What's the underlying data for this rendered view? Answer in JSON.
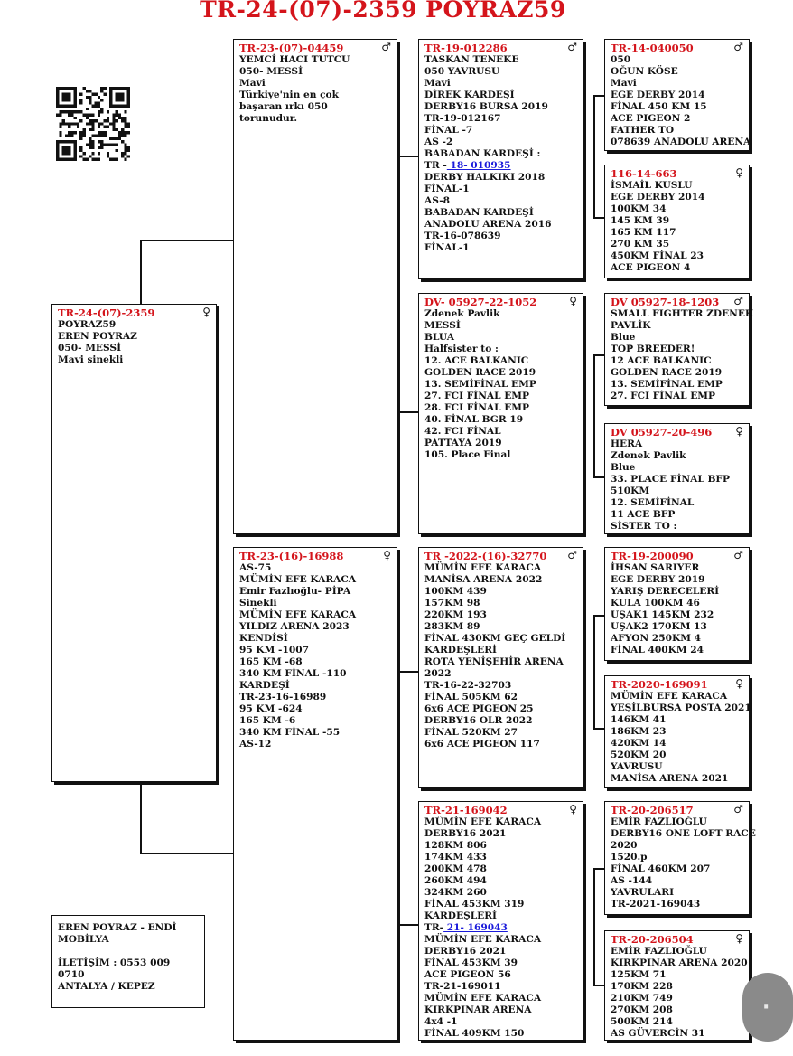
{
  "title": "TR-24-(07)-2359 POYRAZ59",
  "accent_color": "#d4141b",
  "link_color": "#1a1adb",
  "owner": {
    "lines": [
      "EREN POYRAZ - ENDİ",
      "MOBİLYA",
      "",
      "İLETİŞİM : 0553 009",
      "0710",
      "ANTALYA / KEPEZ"
    ]
  },
  "qr_icon": "qr-code-icon",
  "birds": {
    "subject": {
      "id": "TR-24-(07)-2359",
      "sex": "♀",
      "lines": [
        "POYRAZ59",
        "EREN POYRAZ",
        "050- MESSİ",
        "Mavi sinekli"
      ]
    },
    "sire": {
      "id": "TR-23-(07)-04459",
      "sex": "♂",
      "lines": [
        "YEMCİ HACI TUTCU",
        "050- MESSİ",
        "Mavi",
        "Türkiye'nin en çok",
        "başaran ırkı 050",
        "torunudur."
      ]
    },
    "dam": {
      "id": "TR-23-(16)-16988",
      "sex": "♀",
      "lines": [
        "AS-75",
        "MÜMİN EFE KARACA",
        "Emir Fazlıoğlu- PİPA",
        "Sinekli",
        "MÜMİN EFE KARACA",
        "YILDIZ ARENA 2023",
        "KENDİSİ",
        "95 KM -1007",
        "165 KM -68",
        "340 KM FİNAL -110",
        "KARDEŞİ",
        "TR-23-16-16989",
        "95 KM -624",
        "165 KM -6",
        "340 KM FİNAL -55",
        "AS-12"
      ]
    },
    "ss": {
      "id": "TR-19-012286",
      "sex": "♂",
      "lines": [
        "TASKAN TENEKE",
        "050 YAVRUSU",
        "Mavi",
        "DİREK KARDEŞİ",
        "DERBY16 BURSA 2019",
        "TR-19-012167",
        "FİNAL -7",
        "AS -2",
        "BABADAN KARDEŞİ :",
        "TR - 18- 010935",
        "DERBY HALKIKI 2018",
        "FİNAL-1",
        "AS-8",
        "BABADAN KARDEŞİ",
        "ANADOLU ARENA 2016",
        "TR-16-078639",
        "FİNAL-1"
      ]
    },
    "sd": {
      "id": "DV- 05927-22-1052",
      "sex": "♀",
      "lines": [
        "Zdenek Pavlik",
        "MESSİ",
        "BLUA",
        "Halfsister to :",
        "12. ACE BALKANIC",
        "GOLDEN RACE 2019",
        "13. SEMİFİNAL EMP",
        "27. FCI FİNAL EMP",
        "28. FCI FİNAL EMP",
        "40. FİNAL BGR 19",
        "42. FCI FİNAL",
        "PATTAYA 2019",
        "105. Place Final"
      ]
    },
    "ds": {
      "id": "TR -2022-(16)-32770",
      "sex": "♂",
      "lines": [
        "MÜMİN EFE KARACA",
        "MANİSA ARENA 2022",
        "100KM 439",
        "157KM 98",
        "220KM 193",
        "283KM 89",
        "FİNAL 430KM GEÇ GELDİ",
        "KARDEŞLERİ",
        "ROTA YENİŞEHİR ARENA",
        "2022",
        "TR-16-22-32703",
        "FİNAL 505KM 62",
        "6x6 ACE PIGEON 25",
        "DERBY16 OLR 2022",
        "FİNAL 520KM 27",
        "6x6 ACE PIGEON 117"
      ]
    },
    "dd": {
      "id": "TR-21-169042",
      "sex": "♀",
      "lines": [
        "MÜMİN EFE KARACA",
        "DERBY16 2021",
        "128KM 806",
        "174KM 433",
        "200KM 478",
        "260KM 494",
        "324KM 260",
        "FİNAL 453KM 319",
        "KARDEŞLERİ",
        "TR- 21- 169043",
        "MÜMİN EFE KARACA",
        "DERBY16 2021",
        "FİNAL 453KM 39",
        "ACE PIGEON 56",
        "TR-21-169011",
        "MÜMİN EFE KARACA",
        "KIRKPINAR ARENA",
        "4x4 -1",
        "FİNAL 409KM 150"
      ]
    },
    "sss": {
      "id": "TR-14-040050",
      "sex": "♂",
      "lines": [
        "050",
        "OĞUN KÖSE",
        "Mavi",
        "EGE DERBY 2014",
        "FİNAL 450 KM 15",
        "ACE PIGEON 2",
        "FATHER TO",
        "078639 ANADOLU ARENA"
      ]
    },
    "ssd": {
      "id": "116-14-663",
      "sex": "♀",
      "lines": [
        "İSMAİL KUSLU",
        "EGE DERBY 2014",
        "100KM 34",
        "145 KM 39",
        "165 KM 117",
        "270 KM 35",
        "450KM FİNAL 23",
        "ACE PIGEON 4"
      ]
    },
    "sds": {
      "id": "DV 05927-18-1203",
      "sex": "♂",
      "lines": [
        "SMALL FIGHTER ZDENEK",
        "PAVLİK",
        "Blue",
        "TOP BREEDER!",
        "12 ACE BALKANIC",
        "GOLDEN RACE 2019",
        "13. SEMİFİNAL EMP",
        "27. FCI FİNAL EMP"
      ]
    },
    "sdd": {
      "id": "DV 05927-20-496",
      "sex": "♀",
      "lines": [
        "HERA",
        "Zdenek Pavlik",
        "Blue",
        "33. PLACE FİNAL BFP",
        "510KM",
        "12. SEMİFİNAL",
        "11 ACE BFP",
        "SİSTER TO :"
      ]
    },
    "dss": {
      "id": "TR-19-200090",
      "sex": "♂",
      "lines": [
        "İHSAN SARIYER",
        "EGE DERBY 2019",
        "YARIŞ DERECELERİ",
        "KULA 100KM 46",
        "UŞAK1 145KM 232",
        "UŞAK2 170KM 13",
        "AFYON 250KM 4",
        "FİNAL 400KM 24"
      ]
    },
    "dsd": {
      "id": "TR-2020-169091",
      "sex": "♀",
      "lines": [
        "MÜMİN EFE KARACA",
        "YEŞİLBURSA POSTA 2021",
        "146KM 41",
        "186KM 23",
        "420KM 14",
        "520KM 20",
        "YAVRUSU",
        "MANİSA ARENA 2021"
      ]
    },
    "dds": {
      "id": "TR-20-206517",
      "sex": "♂",
      "lines": [
        "EMİR FAZLIOĞLU",
        "DERBY16 ONE LOFT RACE",
        "2020",
        "1520.p",
        "FİNAL 460KM 207",
        "AS -144",
        "YAVRULARI",
        "TR-2021-169043"
      ]
    },
    "ddd": {
      "id": "TR-20-206504",
      "sex": "♀",
      "lines": [
        "EMİR FAZLIOĞLU",
        "KIRKPINAR ARENA 2020",
        "125KM 71",
        "170KM 228",
        "210KM 749",
        "270KM 208",
        "500KM 214",
        "AS GÜVERCİN 31"
      ]
    }
  },
  "link_lines": {
    "ss": [
      9
    ],
    "dd": [
      9
    ]
  }
}
